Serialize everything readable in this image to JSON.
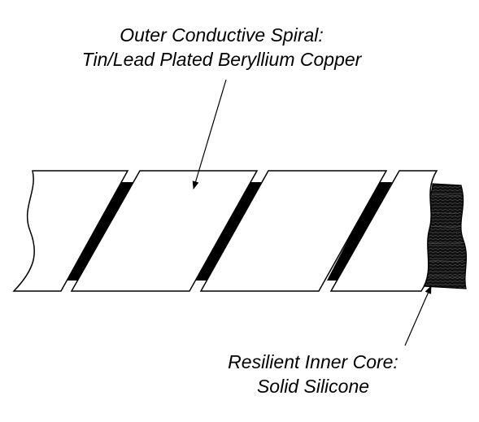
{
  "callouts": {
    "outer": {
      "line1": "Outer Conductive Spiral:",
      "line2": "Tin/Lead Plated Beryllium Copper"
    },
    "inner": {
      "line1": "Resilient Inner Core:",
      "line2": "Solid Silicone"
    }
  },
  "colors": {
    "stroke": "#000000",
    "background": "#ffffff",
    "core": "#111111"
  }
}
